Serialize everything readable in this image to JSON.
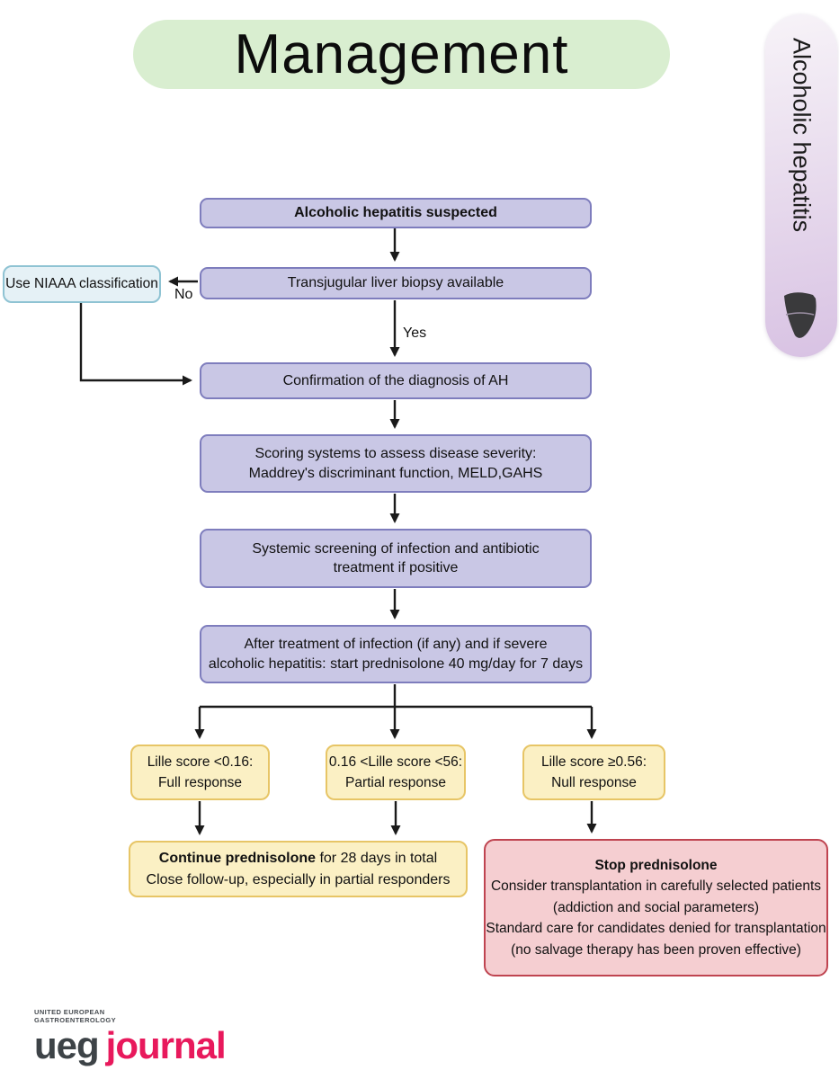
{
  "title": "Management",
  "sidebar": {
    "label": "Alcoholic hepatitis",
    "icon": "liver-icon"
  },
  "flow": {
    "suspected": {
      "text": "Alcoholic hepatitis suspected"
    },
    "biopsy": {
      "text": "Transjugular liver biopsy available"
    },
    "niaaa": {
      "text": "Use NIAAA classification"
    },
    "no_label": "No",
    "yes_label": "Yes",
    "confirmation": {
      "text": "Confirmation of the diagnosis of AH"
    },
    "scoring": {
      "line1": "Scoring systems to assess disease severity:",
      "line2": "Maddrey's discriminant function, MELD,GAHS"
    },
    "screening": {
      "line1": "Systemic screening of infection and antibiotic",
      "line2": "treatment if positive"
    },
    "treatment": {
      "line1": "After treatment of infection (if any) and if severe",
      "line2": "alcoholic hepatitis: start prednisolone 40 mg/day for 7 days"
    },
    "full_response": {
      "line1": "Lille score <0.16:",
      "line2": "Full response"
    },
    "partial_response": {
      "line1": "0.16 <Lille score <56:",
      "line2": "Partial response"
    },
    "null_response": {
      "line1": "Lille score ≥0.56:",
      "line2": "Null response"
    },
    "continue": {
      "bold": "Continue prednisolone",
      "rest": " for 28 days in total",
      "line2": "Close follow-up, especially in partial responders"
    },
    "stop": {
      "line1": "Stop prednisolone",
      "line2": "Consider transplantation in carefully selected patients",
      "line3": "(addiction and social parameters)",
      "line4": "Standard care for candidates denied for transplantation",
      "line5": "(no salvage therapy has been proven effective)"
    }
  },
  "footer": {
    "org_line1": "UNITED EUROPEAN",
    "org_line2": "GASTROENTEROLOGY",
    "brand": "ueg",
    "journal": "journal"
  },
  "colors": {
    "title_pill": "#d9eed0",
    "side_pill_top": "#f7f3f8",
    "side_pill_bottom": "#d8c2e3",
    "node_purple_fill": "#c9c7e5",
    "node_purple_border": "#7e7dbd",
    "node_cyan_fill": "#e5f1f6",
    "node_cyan_border": "#8fc3d3",
    "node_yellow_fill": "#fbf0c4",
    "node_yellow_border": "#e7c566",
    "node_pink_fill": "#f5ced1",
    "node_pink_border": "#bf4450",
    "arrow": "#1a1a1a",
    "brand_dark": "#3d4347",
    "brand_pink": "#e8195c"
  }
}
